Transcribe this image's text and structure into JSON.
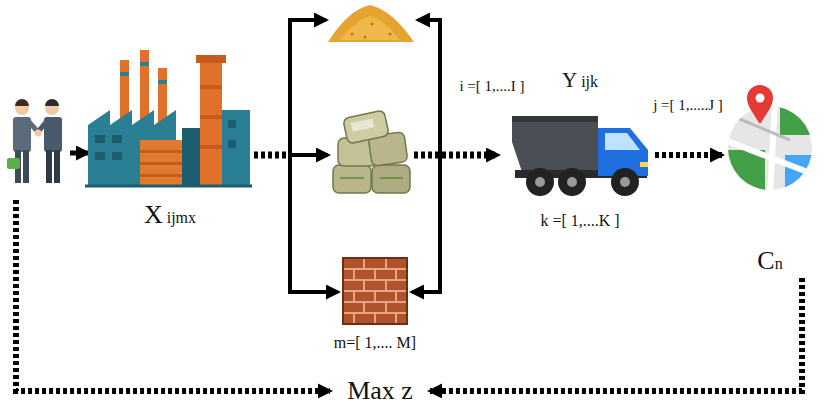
{
  "diagram": {
    "nodes": [
      {
        "text": [
          "X ijmx"
        ]
      },
      {
        "text": [
          "m=[ 1,.... M]"
        ]
      },
      {
        "text": [
          "Y ijk",
          "k =[ 1,....K ]"
        ]
      },
      {
        "text": [
          "Cn"
        ]
      },
      {
        "text": [
          "Max z"
        ]
      }
    ],
    "edges": [
      {
        "from": 2,
        "to": 3,
        "arrow": "to",
        "label": "j =[ 1,.....J ]"
      },
      {
        "from": 3,
        "to": 4,
        "arrow": "to"
      }
    ],
    "labels": [
      "i =[ 1,....I ]"
    ]
  }
}
